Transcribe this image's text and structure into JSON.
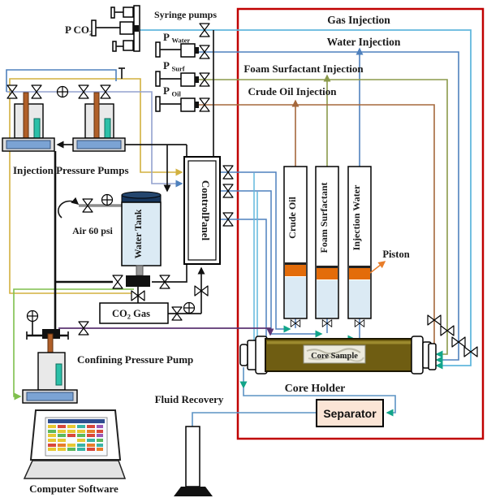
{
  "labels": {
    "syringe_pumps": "Syringe pumps",
    "gas_injection": "Gas Injection",
    "water_injection": "Water Injection",
    "foam_injection": "Foam Surfactant Injection",
    "crude_injection": "Crude Oil Injection",
    "injection_pressure_pumps": "Injection Pressure Pumps",
    "air": "Air 60 psi",
    "water_tank": "Water Tank",
    "control_panel": "ControlPanel",
    "confining_pump": "Confining Pressure Pump",
    "piston": "Piston",
    "crude_oil": "Crude Oil",
    "foam_surfactant": "Foam Surfactant",
    "injection_water": "Injection Water",
    "core_sample": "Core Sample",
    "core_holder": "Core Holder",
    "separator": "Separator",
    "fluid_recovery": "Fluid Recovery",
    "computer_software": "Computer Software"
  },
  "sublabels": {
    "p_co2": {
      "pre": "P CO",
      "sub": "2"
    },
    "p_water": {
      "pre": "P ",
      "sub": "Water"
    },
    "p_surf": {
      "pre": "P ",
      "sub": "Surf"
    },
    "p_oil": {
      "pre": "P ",
      "sub": "Oil"
    },
    "co2_gas": {
      "pre": "CO",
      "sub": "2",
      "post": " Gas"
    }
  },
  "colors": {
    "red_box": "#c00000",
    "gas_line": "#62b8dd",
    "water_line": "#4f81bd",
    "foam_line": "#8b9a4b",
    "crude_line": "#a5683c",
    "purple_line": "#5c3472",
    "green_line": "#7fbf4d",
    "yellow_line": "#d2b13f",
    "lavender_line": "#93a2cf",
    "teal_arrow": "#12a489",
    "recovery_line": "#5b93c4",
    "gas_label": "#41a0d4",
    "water_label": "#1f3e79",
    "foam_label": "#5a701e",
    "crude_label": "#833c00",
    "piston_band": "#e36c0a",
    "holder_body": "#6f5d12",
    "separator_fill": "#fbe5d6",
    "tank_fill": "#dbeaf4",
    "tank_lid": "#17365d"
  }
}
